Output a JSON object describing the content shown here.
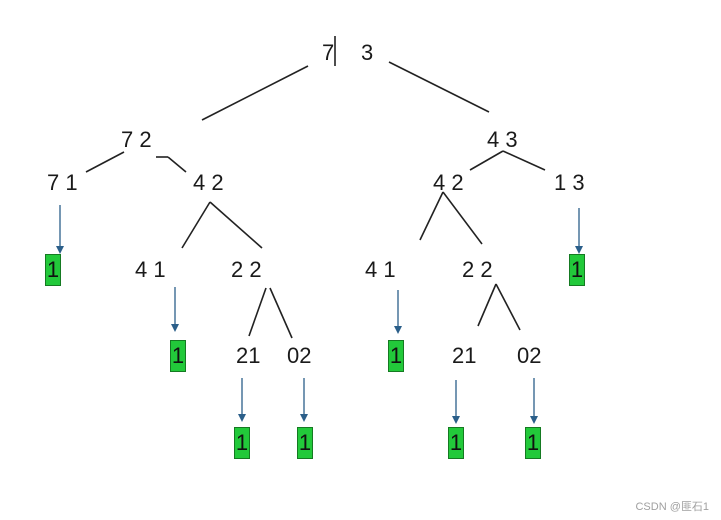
{
  "nodes": {
    "root_left": "7",
    "root_right": "3",
    "l1_left": "7  2",
    "l1_right": "4  3",
    "n71": "7 1",
    "n42a": "4  2",
    "n42b": "4 2",
    "n13": "1 3",
    "n41a": "4 1",
    "n22a": "2 2",
    "n41b": "4 1",
    "n22b": "2 2",
    "n21a": "21",
    "n02a": "02",
    "n21b": "21",
    "n02b": "02"
  },
  "leaf_value": "1",
  "leaf_color": "#22c93a",
  "arrow_color": "#2b5f8a",
  "line_color": "#222222",
  "watermark": "CSDN @匪石1"
}
